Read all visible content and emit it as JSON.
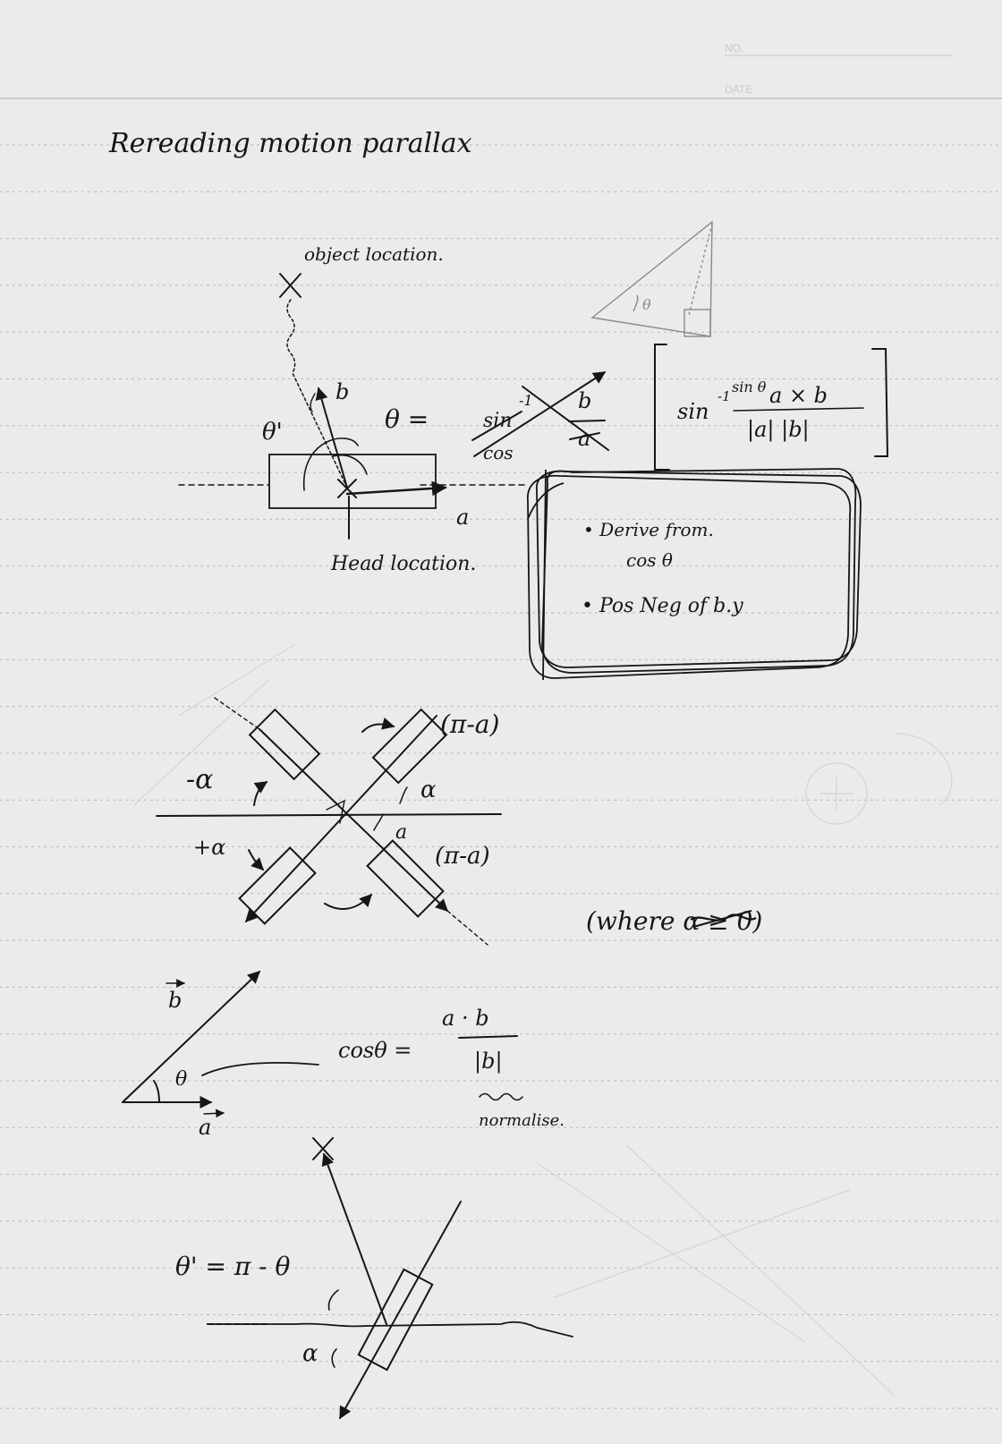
{
  "header": {
    "no_label": "NO.",
    "date_label": "DATE"
  },
  "title": "Rereading motion parallax",
  "diagram1": {
    "object_label": "object location.",
    "head_label": "Head location.",
    "b_label": "b",
    "a_label": "a",
    "theta_prime": "θ'",
    "theta_eq": "θ =",
    "sin_struck": "sin",
    "inv": "-1",
    "cos": "cos",
    "frac_num": "b",
    "frac_den": "a",
    "arcsin": "sin",
    "arcsin_inv": "-1",
    "sin_theta": "sin θ",
    "cross_num": "a × b",
    "cross_den": "|a| |b|",
    "tri_theta": "θ"
  },
  "note_box": {
    "item1_line1": "Derive from.",
    "item1_line2": "cos θ",
    "item2": "Pos Neg of  b.y"
  },
  "diagram2": {
    "pi_minus_a_top": "(π-a)",
    "alpha_right": "α",
    "minus_alpha": "-α",
    "plus_alpha": "+α",
    "a_small": "a",
    "pi_minus_a_bottom": "(π-a)",
    "where_note": "(where α ≥ 0)",
    "where_struck": "α≥0"
  },
  "diagram3": {
    "b_vec": "b",
    "theta": "θ",
    "a_vec": "a",
    "cos_eq": "cosθ =",
    "num": "a · b",
    "den": "|b|",
    "normalise": "normalise."
  },
  "diagram4": {
    "relation": "θ' = π - θ",
    "alpha": "α"
  }
}
